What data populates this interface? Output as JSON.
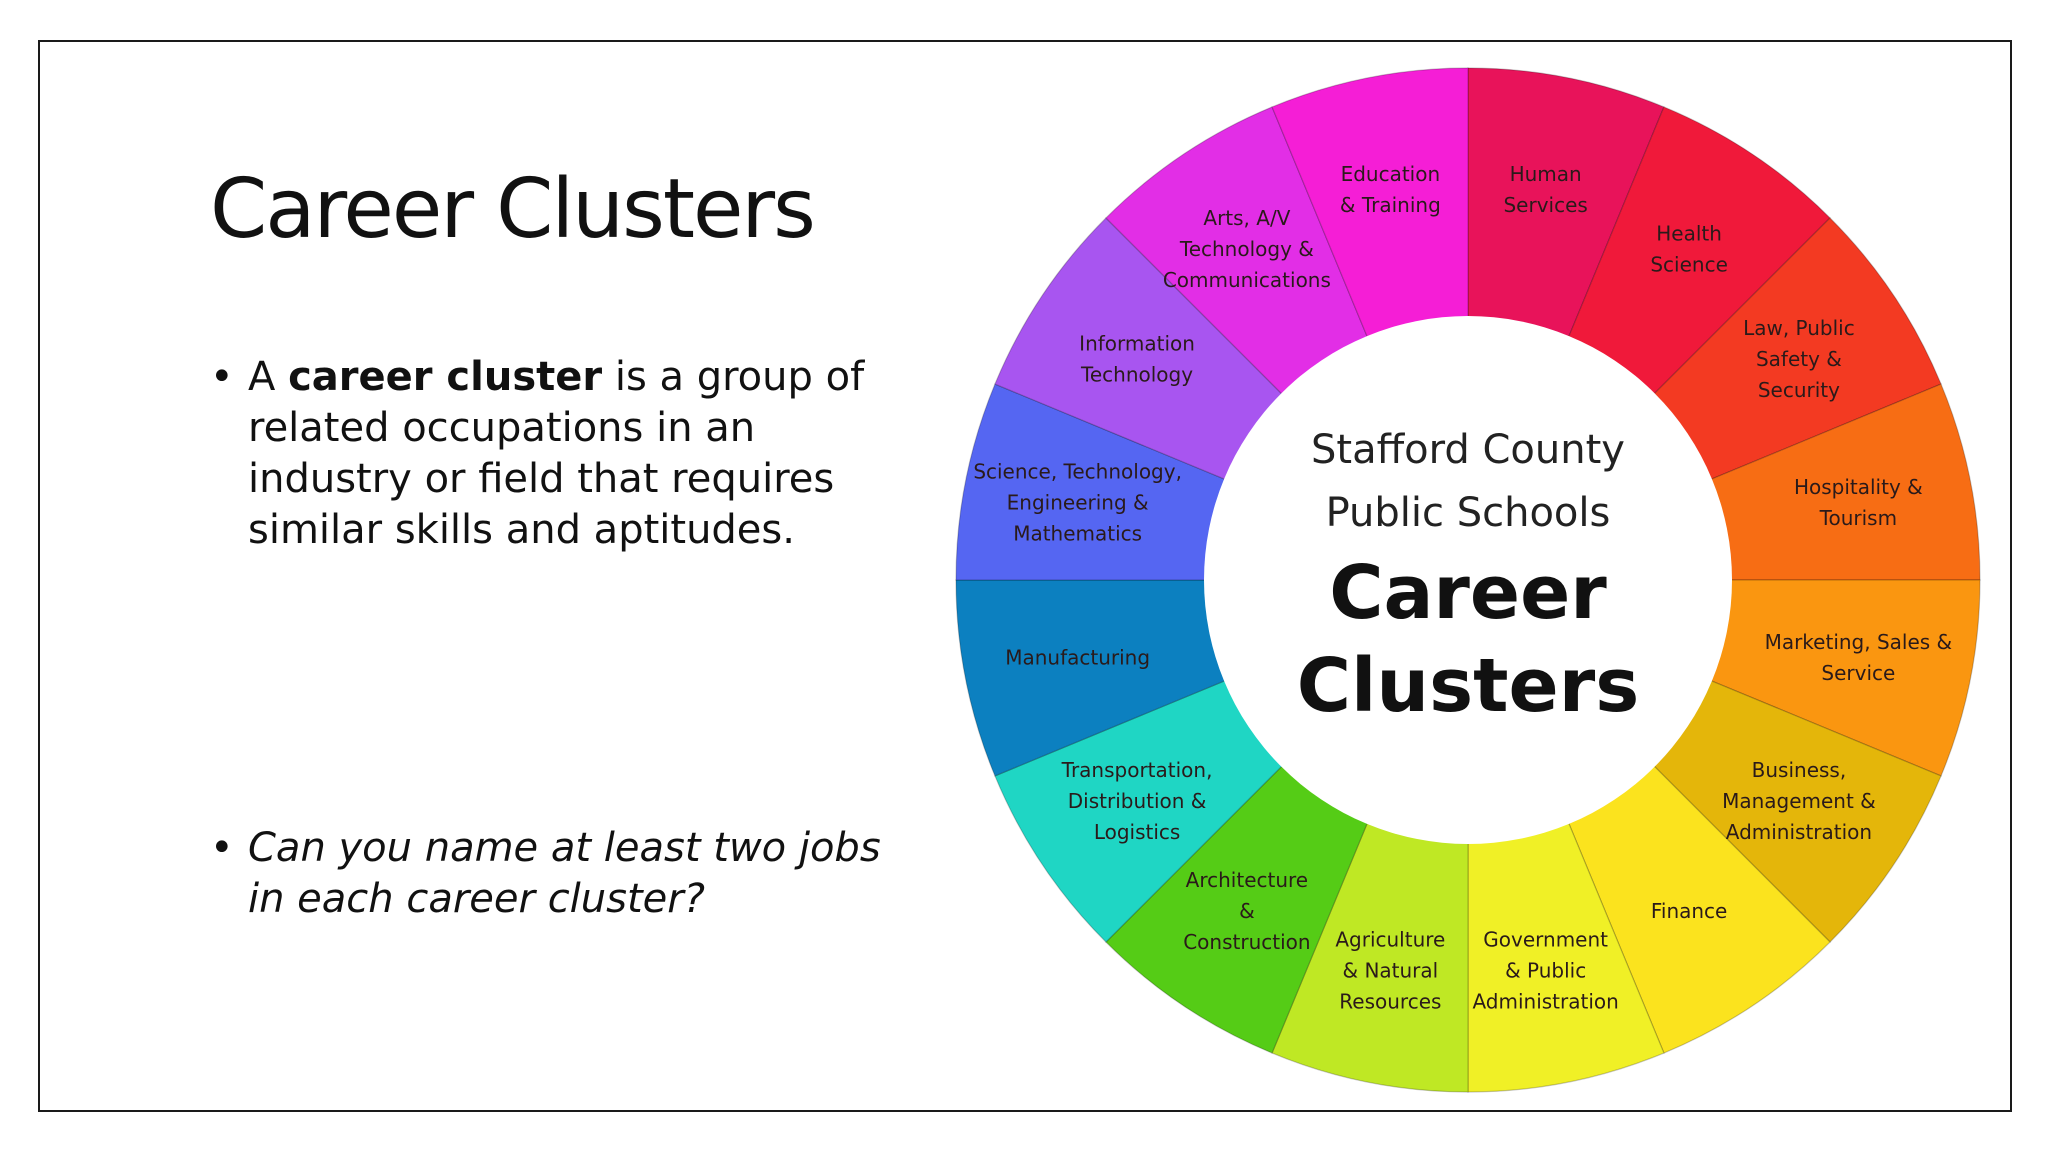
{
  "slide": {
    "title": "Career Clusters",
    "bullets": [
      {
        "pre": "A ",
        "bold": "career cluster",
        "post": " is a group of related occupations in an industry or field that requires similar skills and aptitudes."
      },
      {
        "text": "Can you name at least two jobs in each career cluster?"
      }
    ]
  },
  "wheel": {
    "center": {
      "line1": "Stafford County",
      "line2": "Public Schools",
      "line3": "Career",
      "line4": "Clusters"
    },
    "segments": [
      {
        "lines": [
          "Human",
          "Services"
        ],
        "color": "#e8135a"
      },
      {
        "lines": [
          "Health",
          "Science"
        ],
        "color": "#f0193a"
      },
      {
        "lines": [
          "Law, Public",
          "Safety &",
          "Security"
        ],
        "color": "#f33a22"
      },
      {
        "lines": [
          "Hospitality &",
          "Tourism"
        ],
        "color": "#f76d14"
      },
      {
        "lines": [
          "Marketing, Sales &",
          "Service"
        ],
        "color": "#fa9610"
      },
      {
        "lines": [
          "Business,",
          "Management &",
          "Administration"
        ],
        "color": "#e4b60a"
      },
      {
        "lines": [
          "Finance"
        ],
        "color": "#fbe31e"
      },
      {
        "lines": [
          "Government",
          "& Public",
          "Administration"
        ],
        "color": "#f0f026"
      },
      {
        "lines": [
          "Agriculture",
          "& Natural",
          "Resources"
        ],
        "color": "#bfe824"
      },
      {
        "lines": [
          "Architecture",
          "&",
          "Construction"
        ],
        "color": "#55cc16"
      },
      {
        "lines": [
          "Transportation,",
          "Distribution &",
          "Logistics"
        ],
        "color": "#1fd6c4"
      },
      {
        "lines": [
          "Manufacturing"
        ],
        "color": "#0c80c0"
      },
      {
        "lines": [
          "Science, Technology,",
          "Engineering &",
          "Mathematics"
        ],
        "color": "#5566f2"
      },
      {
        "lines": [
          "Information",
          "Technology"
        ],
        "color": "#a855f0"
      },
      {
        "lines": [
          "Arts, A/V",
          "Technology &",
          "Communications"
        ],
        "color": "#e22ee6"
      },
      {
        "lines": [
          "Education",
          "& Training"
        ],
        "color": "#f51ed6"
      }
    ]
  }
}
